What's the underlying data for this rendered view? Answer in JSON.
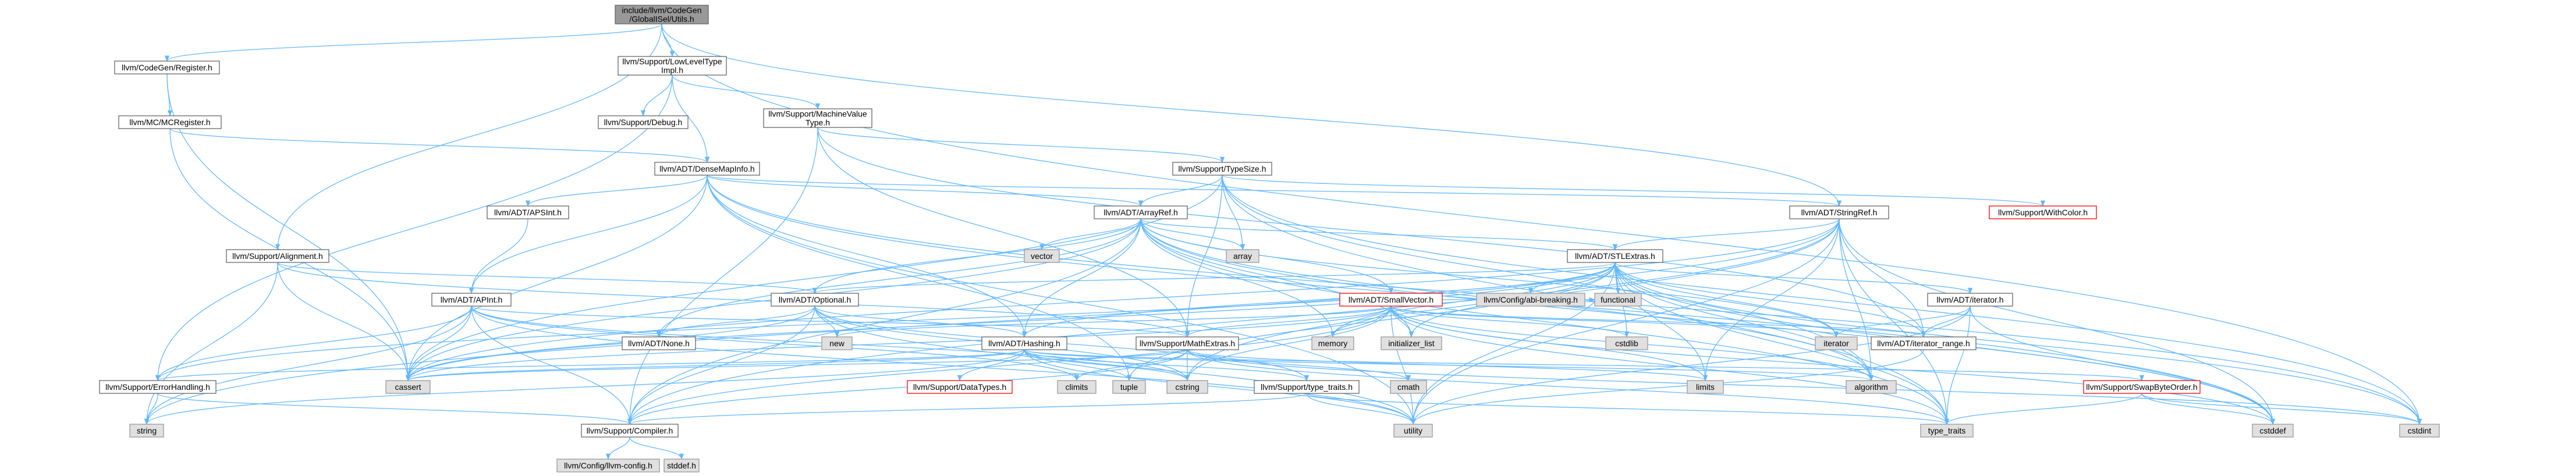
{
  "colors": {
    "edge": "#63b8ff",
    "node_fill": "#ffffff",
    "node_stroke": "#666666",
    "root_fill": "#999999",
    "system_fill": "#e0e0e0",
    "system_stroke": "#999999",
    "truncated_stroke": "#ff0000"
  },
  "nodes": [
    {
      "id": "root",
      "lines": [
        "include/llvm/CodeGen",
        "/GlobalISel/Utils.h"
      ],
      "kind": "root"
    },
    {
      "id": "register",
      "lines": [
        "llvm/CodeGen/Register.h"
      ],
      "kind": "normal"
    },
    {
      "id": "lowlevel",
      "lines": [
        "llvm/Support/LowLevelType",
        "Impl.h"
      ],
      "kind": "normal"
    },
    {
      "id": "mcregister",
      "lines": [
        "llvm/MC/MCRegister.h"
      ],
      "kind": "normal"
    },
    {
      "id": "debug",
      "lines": [
        "llvm/Support/Debug.h"
      ],
      "kind": "normal"
    },
    {
      "id": "mvt",
      "lines": [
        "llvm/Support/MachineValue",
        "Type.h"
      ],
      "kind": "normal"
    },
    {
      "id": "densemapinfo",
      "lines": [
        "llvm/ADT/DenseMapInfo.h"
      ],
      "kind": "normal"
    },
    {
      "id": "typesize",
      "lines": [
        "llvm/Support/TypeSize.h"
      ],
      "kind": "normal"
    },
    {
      "id": "withcolor",
      "lines": [
        "llvm/Support/WithColor.h"
      ],
      "kind": "truncated"
    },
    {
      "id": "stringref",
      "lines": [
        "llvm/ADT/StringRef.h"
      ],
      "kind": "normal"
    },
    {
      "id": "apsint",
      "lines": [
        "llvm/ADT/APSInt.h"
      ],
      "kind": "normal"
    },
    {
      "id": "arrayref",
      "lines": [
        "llvm/ADT/ArrayRef.h"
      ],
      "kind": "normal"
    },
    {
      "id": "vector",
      "lines": [
        "vector"
      ],
      "kind": "system"
    },
    {
      "id": "array",
      "lines": [
        "array"
      ],
      "kind": "system"
    },
    {
      "id": "alignment",
      "lines": [
        "llvm/Support/Alignment.h"
      ],
      "kind": "normal"
    },
    {
      "id": "stlextras",
      "lines": [
        "llvm/ADT/STLExtras.h"
      ],
      "kind": "normal"
    },
    {
      "id": "apint",
      "lines": [
        "llvm/ADT/APInt.h"
      ],
      "kind": "normal"
    },
    {
      "id": "optional",
      "lines": [
        "llvm/ADT/Optional.h"
      ],
      "kind": "normal"
    },
    {
      "id": "smallvector",
      "lines": [
        "llvm/ADT/SmallVector.h"
      ],
      "kind": "truncated"
    },
    {
      "id": "abibreaking",
      "lines": [
        "llvm/Config/abi-breaking.h"
      ],
      "kind": "system"
    },
    {
      "id": "functional",
      "lines": [
        "functional"
      ],
      "kind": "system"
    },
    {
      "id": "adtiterator",
      "lines": [
        "llvm/ADT/iterator.h"
      ],
      "kind": "normal"
    },
    {
      "id": "none",
      "lines": [
        "llvm/ADT/None.h"
      ],
      "kind": "normal"
    },
    {
      "id": "new",
      "lines": [
        "new"
      ],
      "kind": "system"
    },
    {
      "id": "hashing",
      "lines": [
        "llvm/ADT/Hashing.h"
      ],
      "kind": "normal"
    },
    {
      "id": "mathextras",
      "lines": [
        "llvm/Support/MathExtras.h"
      ],
      "kind": "normal"
    },
    {
      "id": "memory",
      "lines": [
        "memory"
      ],
      "kind": "system"
    },
    {
      "id": "initlist",
      "lines": [
        "initializer_list"
      ],
      "kind": "system"
    },
    {
      "id": "cstdlib",
      "lines": [
        "cstdlib"
      ],
      "kind": "system"
    },
    {
      "id": "iterator",
      "lines": [
        "iterator"
      ],
      "kind": "system"
    },
    {
      "id": "iterrange",
      "lines": [
        "llvm/ADT/iterator_range.h"
      ],
      "kind": "normal"
    },
    {
      "id": "cassert",
      "lines": [
        "cassert"
      ],
      "kind": "system"
    },
    {
      "id": "errorhandling",
      "lines": [
        "llvm/Support/ErrorHandling.h"
      ],
      "kind": "normal"
    },
    {
      "id": "datatypes",
      "lines": [
        "llvm/Support/DataTypes.h"
      ],
      "kind": "truncated"
    },
    {
      "id": "climits",
      "lines": [
        "climits"
      ],
      "kind": "system"
    },
    {
      "id": "tuple",
      "lines": [
        "tuple"
      ],
      "kind": "system"
    },
    {
      "id": "cstring",
      "lines": [
        "cstring"
      ],
      "kind": "system"
    },
    {
      "id": "typetraits_llvm",
      "lines": [
        "llvm/Support/type_traits.h"
      ],
      "kind": "normal"
    },
    {
      "id": "cmath",
      "lines": [
        "cmath"
      ],
      "kind": "system"
    },
    {
      "id": "limits",
      "lines": [
        "limits"
      ],
      "kind": "system"
    },
    {
      "id": "algorithm",
      "lines": [
        "algorithm"
      ],
      "kind": "system"
    },
    {
      "id": "swapbyteorder",
      "lines": [
        "llvm/Support/SwapByteOrder.h"
      ],
      "kind": "truncated"
    },
    {
      "id": "string",
      "lines": [
        "string"
      ],
      "kind": "system"
    },
    {
      "id": "compiler",
      "lines": [
        "llvm/Support/Compiler.h"
      ],
      "kind": "normal"
    },
    {
      "id": "utility",
      "lines": [
        "utility"
      ],
      "kind": "system"
    },
    {
      "id": "type_traits",
      "lines": [
        "type_traits"
      ],
      "kind": "system"
    },
    {
      "id": "cstddef",
      "lines": [
        "cstddef"
      ],
      "kind": "system"
    },
    {
      "id": "cstdint",
      "lines": [
        "cstdint"
      ],
      "kind": "system"
    },
    {
      "id": "llvmconfig",
      "lines": [
        "llvm/Config/llvm-config.h"
      ],
      "kind": "system"
    },
    {
      "id": "stddef",
      "lines": [
        "stddef.h"
      ],
      "kind": "system"
    }
  ],
  "edges": [
    [
      "root",
      "register"
    ],
    [
      "root",
      "lowlevel"
    ],
    [
      "root",
      "alignment"
    ],
    [
      "root",
      "stringref"
    ],
    [
      "root",
      "cstdint"
    ],
    [
      "register",
      "mcregister"
    ],
    [
      "register",
      "cassert"
    ],
    [
      "lowlevel",
      "debug"
    ],
    [
      "lowlevel",
      "mvt"
    ],
    [
      "lowlevel",
      "densemapinfo"
    ],
    [
      "lowlevel",
      "errorhandling"
    ],
    [
      "mcregister",
      "densemapinfo"
    ],
    [
      "mcregister",
      "cassert"
    ],
    [
      "mvt",
      "typesize"
    ],
    [
      "mvt",
      "iterrange"
    ],
    [
      "mvt",
      "mathextras"
    ],
    [
      "mvt",
      "compiler"
    ],
    [
      "densemapinfo",
      "apsint"
    ],
    [
      "densemapinfo",
      "arrayref"
    ],
    [
      "densemapinfo",
      "hashing"
    ],
    [
      "densemapinfo",
      "stringref"
    ],
    [
      "densemapinfo",
      "cassert"
    ],
    [
      "densemapinfo",
      "cstddef"
    ],
    [
      "densemapinfo",
      "cstdint"
    ],
    [
      "densemapinfo",
      "tuple"
    ],
    [
      "densemapinfo",
      "utility"
    ],
    [
      "densemapinfo",
      "apint"
    ],
    [
      "typesize",
      "arrayref"
    ],
    [
      "typesize",
      "mathextras"
    ],
    [
      "typesize",
      "withcolor"
    ],
    [
      "typesize",
      "algorithm"
    ],
    [
      "typesize",
      "array"
    ],
    [
      "typesize",
      "cassert"
    ],
    [
      "typesize",
      "cstdint"
    ],
    [
      "typesize",
      "type_traits"
    ],
    [
      "stringref",
      "stlextras"
    ],
    [
      "stringref",
      "iterrange"
    ],
    [
      "stringref",
      "compiler"
    ],
    [
      "stringref",
      "algorithm"
    ],
    [
      "stringref",
      "cassert"
    ],
    [
      "stringref",
      "cstddef"
    ],
    [
      "stringref",
      "cstring"
    ],
    [
      "stringref",
      "limits"
    ],
    [
      "stringref",
      "string"
    ],
    [
      "stringref",
      "type_traits"
    ],
    [
      "stringref",
      "utility"
    ],
    [
      "apsint",
      "apint"
    ],
    [
      "arrayref",
      "hashing"
    ],
    [
      "arrayref",
      "none"
    ],
    [
      "arrayref",
      "smallvector"
    ],
    [
      "arrayref",
      "stlextras"
    ],
    [
      "arrayref",
      "compiler"
    ],
    [
      "arrayref",
      "algorithm"
    ],
    [
      "arrayref",
      "array"
    ],
    [
      "arrayref",
      "cassert"
    ],
    [
      "arrayref",
      "cstddef"
    ],
    [
      "arrayref",
      "initlist"
    ],
    [
      "arrayref",
      "iterator"
    ],
    [
      "arrayref",
      "memory"
    ],
    [
      "arrayref",
      "type_traits"
    ],
    [
      "arrayref",
      "vector"
    ],
    [
      "arrayref",
      "optional"
    ],
    [
      "alignment",
      "mathextras"
    ],
    [
      "alignment",
      "optional"
    ],
    [
      "alignment",
      "cassert"
    ],
    [
      "alignment",
      "string"
    ],
    [
      "stlextras",
      "optional"
    ],
    [
      "stlextras",
      "adtiterator"
    ],
    [
      "stlextras",
      "iterrange"
    ],
    [
      "stlextras",
      "abibreaking"
    ],
    [
      "stlextras",
      "errorhandling"
    ],
    [
      "stlextras",
      "algorithm"
    ],
    [
      "stlextras",
      "cassert"
    ],
    [
      "stlextras",
      "cstddef"
    ],
    [
      "stlextras",
      "cstdint"
    ],
    [
      "stlextras",
      "cstdlib"
    ],
    [
      "stlextras",
      "functional"
    ],
    [
      "stlextras",
      "initlist"
    ],
    [
      "stlextras",
      "iterator"
    ],
    [
      "stlextras",
      "limits"
    ],
    [
      "stlextras",
      "memory"
    ],
    [
      "stlextras",
      "tuple"
    ],
    [
      "stlextras",
      "type_traits"
    ],
    [
      "stlextras",
      "utility"
    ],
    [
      "stlextras",
      "hashing"
    ],
    [
      "apint",
      "compiler"
    ],
    [
      "apint",
      "mathextras"
    ],
    [
      "apint",
      "cassert"
    ],
    [
      "apint",
      "climits"
    ],
    [
      "apint",
      "cstring"
    ],
    [
      "apint",
      "utility"
    ],
    [
      "apint",
      "errorhandling"
    ],
    [
      "apint",
      "string"
    ],
    [
      "optional",
      "none"
    ],
    [
      "optional",
      "hashing"
    ],
    [
      "optional",
      "compiler"
    ],
    [
      "optional",
      "typetraits_llvm"
    ],
    [
      "optional",
      "cassert"
    ],
    [
      "optional",
      "cstring"
    ],
    [
      "optional",
      "new"
    ],
    [
      "optional",
      "utility"
    ],
    [
      "smallvector",
      "compiler"
    ],
    [
      "smallvector",
      "type_traits"
    ],
    [
      "smallvector",
      "algorithm"
    ],
    [
      "smallvector",
      "cassert"
    ],
    [
      "smallvector",
      "cstddef"
    ],
    [
      "smallvector",
      "cstdlib"
    ],
    [
      "smallvector",
      "cstring"
    ],
    [
      "smallvector",
      "functional"
    ],
    [
      "smallvector",
      "initlist"
    ],
    [
      "smallvector",
      "iterator"
    ],
    [
      "smallvector",
      "limits"
    ],
    [
      "smallvector",
      "memory"
    ],
    [
      "smallvector",
      "new"
    ],
    [
      "smallvector",
      "utility"
    ],
    [
      "smallvector",
      "iterrange"
    ],
    [
      "smallvector",
      "mathextras"
    ],
    [
      "adtiterator",
      "iterrange"
    ],
    [
      "adtiterator",
      "cstddef"
    ],
    [
      "adtiterator",
      "iterator"
    ],
    [
      "adtiterator",
      "type_traits"
    ],
    [
      "adtiterator",
      "utility"
    ],
    [
      "hashing",
      "errorhandling"
    ],
    [
      "hashing",
      "datatypes"
    ],
    [
      "hashing",
      "swapbyteorder"
    ],
    [
      "hashing",
      "typetraits_llvm"
    ],
    [
      "hashing",
      "algorithm"
    ],
    [
      "hashing",
      "cassert"
    ],
    [
      "hashing",
      "cstring"
    ],
    [
      "hashing",
      "string"
    ],
    [
      "hashing",
      "tuple"
    ],
    [
      "hashing",
      "utility"
    ],
    [
      "mathextras",
      "compiler"
    ],
    [
      "mathextras",
      "cassert"
    ],
    [
      "mathextras",
      "climits"
    ],
    [
      "mathextras",
      "cmath"
    ],
    [
      "mathextras",
      "cstdint"
    ],
    [
      "mathextras",
      "cstring"
    ],
    [
      "mathextras",
      "limits"
    ],
    [
      "mathextras",
      "type_traits"
    ],
    [
      "iterrange",
      "utility"
    ],
    [
      "errorhandling",
      "compiler"
    ],
    [
      "errorhandling",
      "string"
    ],
    [
      "typetraits_llvm",
      "compiler"
    ],
    [
      "typetraits_llvm",
      "type_traits"
    ],
    [
      "typetraits_llvm",
      "utility"
    ],
    [
      "swapbyteorder",
      "cstddef"
    ],
    [
      "swapbyteorder",
      "cstdint"
    ],
    [
      "swapbyteorder",
      "type_traits"
    ],
    [
      "compiler",
      "llvmconfig"
    ],
    [
      "compiler",
      "stddef"
    ]
  ]
}
